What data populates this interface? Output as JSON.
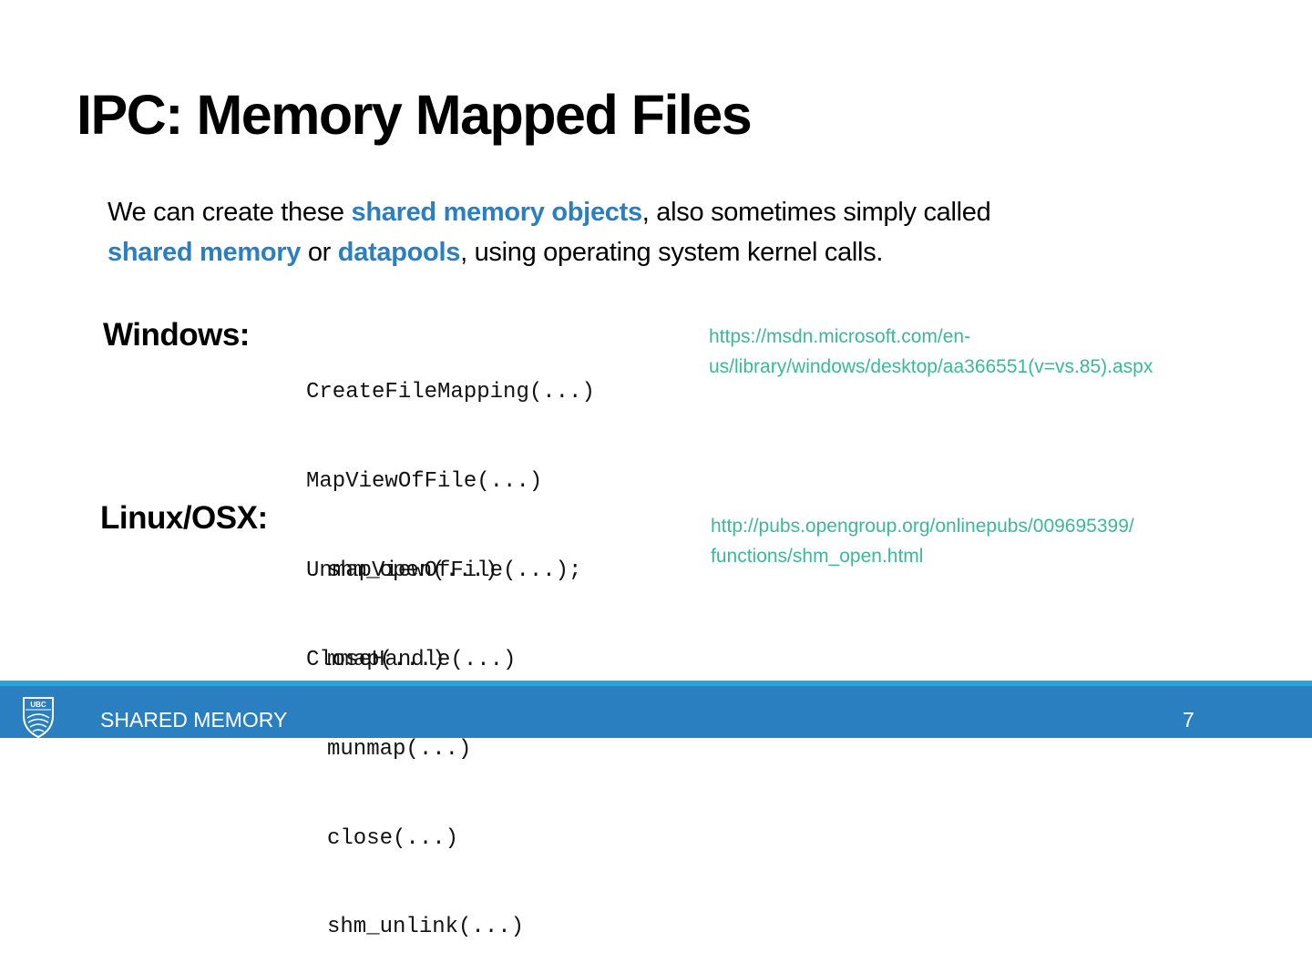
{
  "slide": {
    "title": "IPC: Memory Mapped Files",
    "intro": {
      "t1": "We can create these ",
      "h1": "shared memory objects",
      "t2": ", also sometimes simply called",
      "h2": "shared memory",
      "t3": " or ",
      "h3": "datapools",
      "t4": ", using operating system kernel calls."
    },
    "windows": {
      "label": "Windows:",
      "code": [
        "CreateFileMapping(...)",
        "MapViewOfFile(...)",
        "UnmapViewOfFile(...);",
        "CloseHandle(...)"
      ],
      "link": [
        "https://msdn.microsoft.com/en-",
        "us/library/windows/desktop/aa366551(v=vs.85).aspx"
      ]
    },
    "linux": {
      "label": "Linux/OSX:",
      "code": [
        "shm_open(...)",
        "mmap(...)",
        "munmap(...)",
        "close(...)",
        "shm_unlink(...)"
      ],
      "link": [
        "http://pubs.opengroup.org/onlinepubs/009695399/",
        "functions/shm_open.html"
      ]
    }
  },
  "footer": {
    "logo_text": "UBC",
    "label": "SHARED MEMORY",
    "page": "7"
  },
  "colors": {
    "highlight": "#2a7fc0",
    "link": "#3bb89b",
    "footer_bg": "#2a7fc0",
    "footer_stripe": "#29a4dc"
  }
}
